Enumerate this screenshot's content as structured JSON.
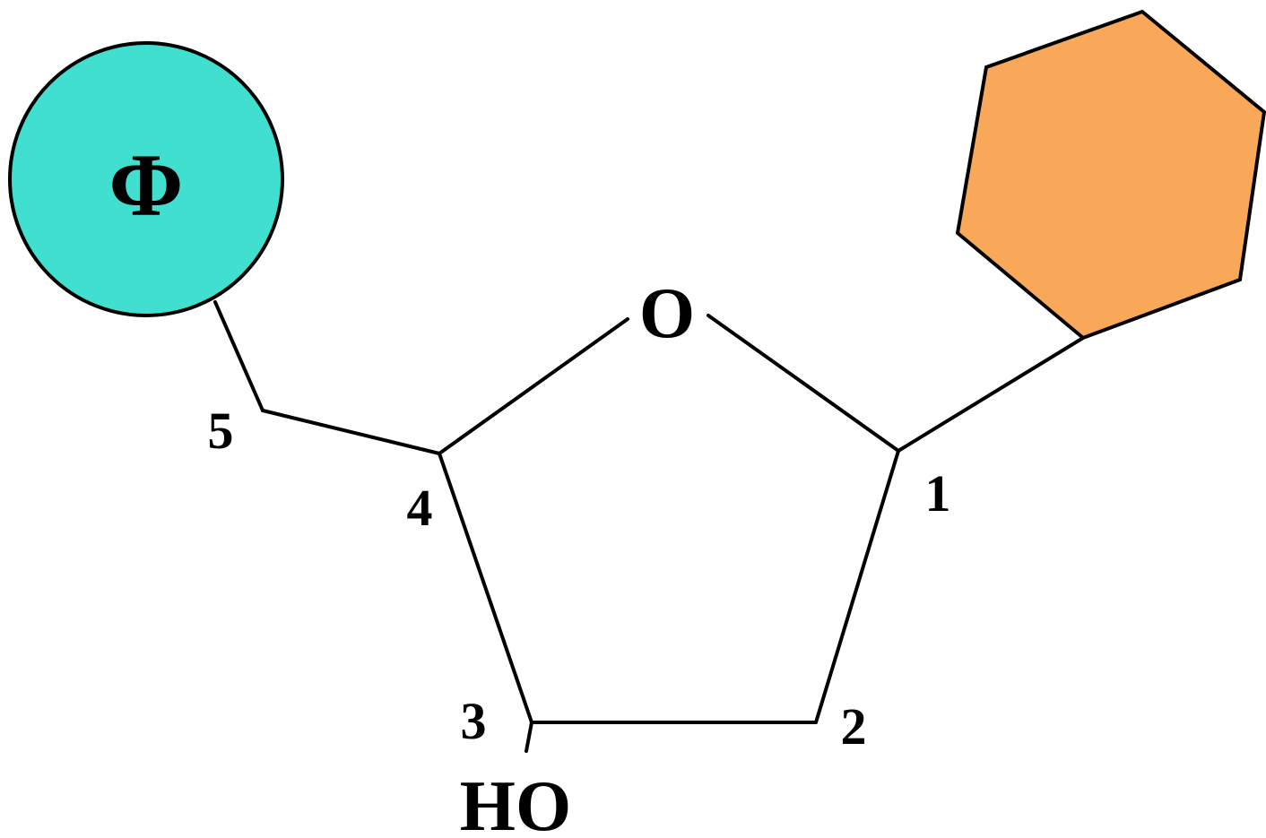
{
  "diagram": {
    "phosphate": {
      "symbol": "Φ",
      "fill_color": "#40dfcf"
    },
    "base": {
      "fill_color": "#f9a85a"
    },
    "ring_oxygen": "O",
    "hydroxyl": "HO",
    "carbon_numbers": {
      "c1": "1",
      "c2": "2",
      "c3": "3",
      "c4": "4",
      "c5": "5"
    },
    "line_color": "#000000"
  }
}
